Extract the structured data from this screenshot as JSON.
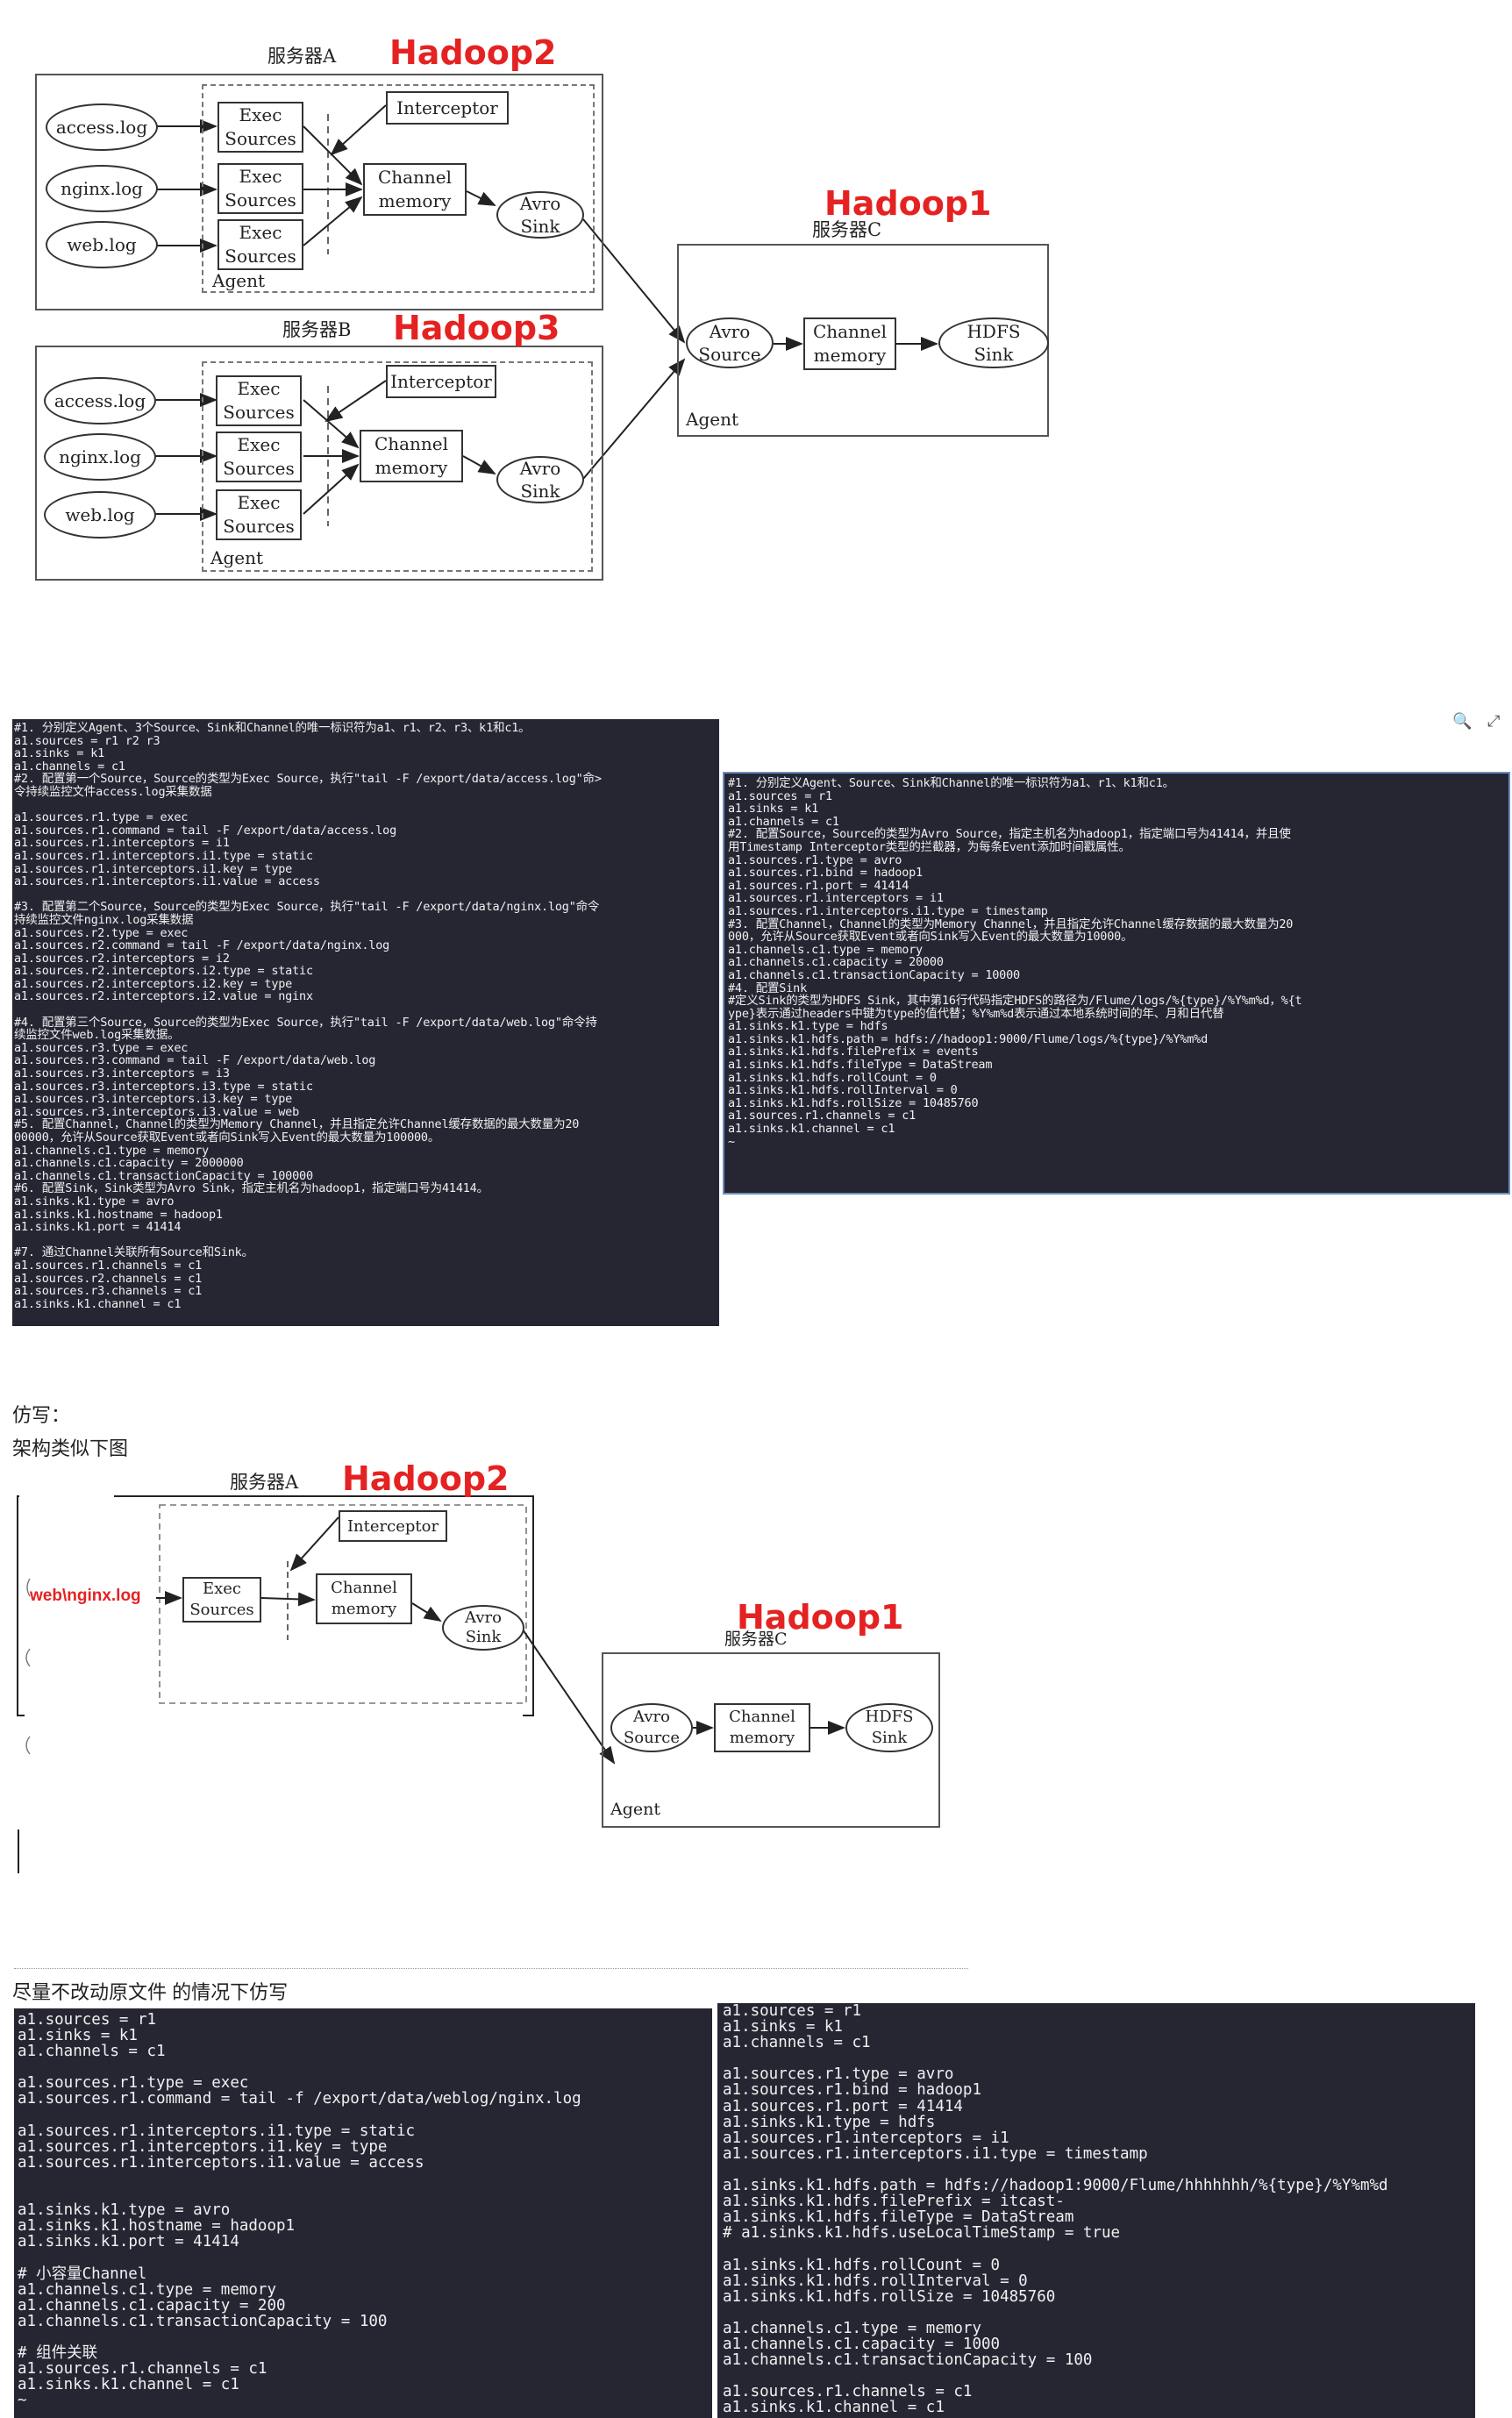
{
  "diagram1": {
    "serverA": {
      "label": "服务器A",
      "host": "Hadoop2"
    },
    "serverB": {
      "label": "服务器B",
      "host": "Hadoop3"
    },
    "serverC": {
      "label": "服务器C",
      "host": "Hadoop1"
    },
    "logs": [
      "access.log",
      "nginx.log",
      "web.log"
    ],
    "exec_line1": "Exec",
    "exec_line2": "Sources",
    "interceptor": "Interceptor",
    "channel_line1": "Channel",
    "channel_line2": "memory",
    "avro_sink_line1": "Avro",
    "avro_sink_line2": "Sink",
    "avro_source_line1": "Avro",
    "avro_source_line2": "Source",
    "hdfs_line1": "HDFS",
    "hdfs_line2": "Sink",
    "agent": "Agent"
  },
  "terminal_left": [
    "#1. 分别定义Agent、3个Source、Sink和Channel的唯一标识符为a1、r1、r2、r3、k1和c1。",
    "a1.sources = r1 r2 r3",
    "a1.sinks = k1",
    "a1.channels = c1",
    "#2. 配置第一个Source，Source的类型为Exec Source，执行\"tail -F /export/data/access.log\"命>",
    "令持续监控文件access.log采集数据",
    "",
    "a1.sources.r1.type = exec",
    "a1.sources.r1.command = tail -F /export/data/access.log",
    "a1.sources.r1.interceptors = i1",
    "a1.sources.r1.interceptors.i1.type = static",
    "a1.sources.r1.interceptors.i1.key = type",
    "a1.sources.r1.interceptors.i1.value = access",
    "",
    "#3. 配置第二个Source，Source的类型为Exec Source，执行\"tail -F /export/data/nginx.log\"命令",
    "持续监控文件nginx.log采集数据",
    "a1.sources.r2.type = exec",
    "a1.sources.r2.command = tail -F /export/data/nginx.log",
    "a1.sources.r2.interceptors = i2",
    "a1.sources.r2.interceptors.i2.type = static",
    "a1.sources.r2.interceptors.i2.key = type",
    "a1.sources.r2.interceptors.i2.value = nginx",
    "",
    "#4. 配置第三个Source，Source的类型为Exec Source，执行\"tail -F /export/data/web.log\"命令持",
    "续监控文件web.log采集数据。",
    "a1.sources.r3.type = exec",
    "a1.sources.r3.command = tail -F /export/data/web.log",
    "a1.sources.r3.interceptors = i3",
    "a1.sources.r3.interceptors.i3.type = static",
    "a1.sources.r3.interceptors.i3.key = type",
    "a1.sources.r3.interceptors.i3.value = web",
    "#5. 配置Channel，Channel的类型为Memory Channel，并且指定允许Channel缓存数据的最大数量为20",
    "00000，允许从Source获取Event或者向Sink写入Event的最大数量为100000。",
    "a1.channels.c1.type = memory",
    "a1.channels.c1.capacity = 2000000",
    "a1.channels.c1.transactionCapacity = 100000",
    "#6. 配置Sink，Sink类型为Avro Sink，指定主机名为hadoop1，指定端口号为41414。",
    "a1.sinks.k1.type = avro",
    "a1.sinks.k1.hostname = hadoop1",
    "a1.sinks.k1.port = 41414",
    "",
    "#7. 通过Channel关联所有Source和Sink。",
    "a1.sources.r1.channels = c1",
    "a1.sources.r2.channels = c1",
    "a1.sources.r3.channels = c1",
    "a1.sinks.k1.channel = c1"
  ],
  "terminal_right": [
    "#1. 分别定义Agent、Source、Sink和Channel的唯一标识符为a1、r1、k1和c1。",
    "a1.sources = r1",
    "a1.sinks = k1",
    "a1.channels = c1",
    "#2. 配置Source，Source的类型为Avro Source，指定主机名为hadoop1，指定端口号为41414，并且使",
    "用Timestamp Interceptor类型的拦截器，为每条Event添加时间戳属性。",
    "a1.sources.r1.type = avro",
    "a1.sources.r1.bind = hadoop1",
    "a1.sources.r1.port = 41414",
    "a1.sources.r1.interceptors = i1",
    "a1.sources.r1.interceptors.i1.type = timestamp",
    "#3. 配置Channel，Channel的类型为Memory Channel，并且指定允许Channel缓存数据的最大数量为20",
    "000，允许从Source获取Event或者向Sink写入Event的最大数量为10000。",
    "a1.channels.c1.type = memory",
    "a1.channels.c1.capacity = 20000",
    "a1.channels.c1.transactionCapacity = 10000",
    "#4. 配置Sink",
    "#定义Sink的类型为HDFS Sink，其中第16行代码指定HDFS的路径为/Flume/logs/%{type}/%Y%m%d，%{t",
    "ype}表示通过headers中键为type的值代替；%Y%m%d表示通过本地系统时间的年、月和日代替",
    "a1.sinks.k1.type = hdfs",
    "a1.sinks.k1.hdfs.path = hdfs://hadoop1:9000/Flume/logs/%{type}/%Y%m%d",
    "a1.sinks.k1.hdfs.filePrefix = events",
    "a1.sinks.k1.hdfs.fileType = DataStream",
    "a1.sinks.k1.hdfs.rollCount = 0",
    "a1.sinks.k1.hdfs.rollInterval = 0",
    "a1.sinks.k1.hdfs.rollSize = 10485760",
    "a1.sources.r1.channels = c1",
    "a1.sinks.k1.channel = c1",
    "~"
  ],
  "notes": {
    "imitate": "仿写：",
    "arch_similar": "架构类似下图",
    "minimal_change": "尽量不改动原文件 的情况下仿写"
  },
  "diagram2": {
    "serverA": {
      "label": "服务器A",
      "host": "Hadoop2"
    },
    "serverC": {
      "label": "服务器C",
      "host": "Hadoop1"
    },
    "log": "web\\nginx.log",
    "exec_line1": "Exec",
    "exec_line2": "Sources",
    "interceptor": "Interceptor",
    "channel_line1": "Channel",
    "channel_line2": "memory",
    "avro_sink_line1": "Avro",
    "avro_sink_line2": "Sink",
    "avro_source_line1": "Avro",
    "avro_source_line2": "Source",
    "hdfs_line1": "HDFS",
    "hdfs_line2": "Sink",
    "agent": "Agent"
  },
  "terminal_bottom_left": [
    "a1.sources = r1",
    "a1.sinks = k1",
    "a1.channels = c1",
    "",
    "a1.sources.r1.type = exec",
    "a1.sources.r1.command = tail -f /export/data/weblog/nginx.log",
    "",
    "a1.sources.r1.interceptors.i1.type = static",
    "a1.sources.r1.interceptors.i1.key = type",
    "a1.sources.r1.interceptors.i1.value = access",
    "",
    "",
    "a1.sinks.k1.type = avro",
    "a1.sinks.k1.hostname = hadoop1",
    "a1.sinks.k1.port = 41414",
    "",
    "# 小容量Channel",
    "a1.channels.c1.type = memory",
    "a1.channels.c1.capacity = 200",
    "a1.channels.c1.transactionCapacity = 100",
    "",
    "# 组件关联",
    "a1.sources.r1.channels = c1",
    "a1.sinks.k1.channel = c1",
    "~"
  ],
  "terminal_bottom_right": [
    "a1.sources = r1",
    "a1.sinks = k1",
    "a1.channels = c1",
    "",
    "a1.sources.r1.type = avro",
    "a1.sources.r1.bind = hadoop1",
    "a1.sources.r1.port = 41414",
    "a1.sinks.k1.type = hdfs",
    "a1.sources.r1.interceptors = i1",
    "a1.sources.r1.interceptors.i1.type = timestamp",
    "",
    "a1.sinks.k1.hdfs.path = hdfs://hadoop1:9000/Flume/hhhhhhh/%{type}/%Y%m%d",
    "a1.sinks.k1.hdfs.filePrefix = itcast-",
    "a1.sinks.k1.hdfs.fileType = DataStream",
    "# a1.sinks.k1.hdfs.useLocalTimeStamp = true",
    "",
    "a1.sinks.k1.hdfs.rollCount = 0",
    "a1.sinks.k1.hdfs.rollInterval = 0",
    "a1.sinks.k1.hdfs.rollSize = 10485760",
    "",
    "a1.channels.c1.type = memory",
    "a1.channels.c1.capacity = 1000",
    "a1.channels.c1.transactionCapacity = 100",
    "",
    "a1.sources.r1.channels = c1",
    "a1.sinks.k1.channel = c1"
  ]
}
